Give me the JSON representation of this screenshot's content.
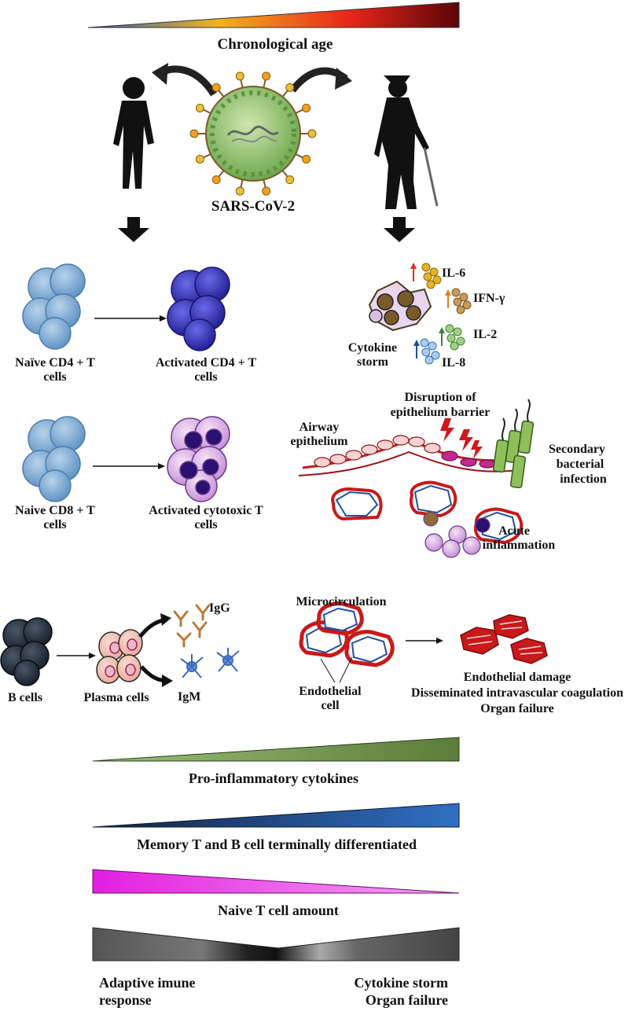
{
  "labels": {
    "chronological_age": "Chronological age",
    "sars_cov_2": "SARS-CoV-2",
    "naive_cd4_line1": "Naïve CD4 + T",
    "naive_cd4_line2": "cells",
    "activated_cd4_line1": "Activated CD4 + T",
    "activated_cd4_line2": "cells",
    "cytokine_storm_line1": "Cytokine",
    "cytokine_storm_line2": "storm",
    "il6": "IL-6",
    "ifn_gamma": "IFN-γ",
    "il2": "IL-2",
    "il8": "IL-8",
    "naive_cd8_line1": "Naive CD8 + T",
    "naive_cd8_line2": "cells",
    "activated_cytotoxic_line1": "Activated cytotoxic T",
    "activated_cytotoxic_line2": "cells",
    "disruption_line1": "Disruption of",
    "disruption_line2": "epithelium barrier",
    "airway_line1": "Airway",
    "airway_line2": "epithelium",
    "secondary_line1": "Secondary",
    "secondary_line2": "bacterial",
    "secondary_line3": "infection",
    "acute_line1": "Acute",
    "acute_line2": "inflammation",
    "b_cells": "B cells",
    "plasma_cells": "Plasma cells",
    "igg": "IgG",
    "igm": "IgM",
    "microcirculation": "Microcirculation",
    "endothelial_cell_line1": "Endothelial",
    "endothelial_cell_line2": "cell",
    "endothelial_damage": "Endothelial damage",
    "dic": "Disseminated intravascular coagulation",
    "organ_failure": "Organ failure",
    "pro_inflammatory": "Pro-inflammatory cytokines",
    "memory_tb": "Memory T and B cell terminally differentiated",
    "naive_t_amount": "Naive  T cell amount",
    "adaptive_line1": "Adaptive imune",
    "adaptive_line2": "response",
    "storm_bottom_line1": "Cytokine storm",
    "storm_bottom_line2": "Organ failure"
  },
  "colors": {
    "pro_inflammatory": "#5a7d3a",
    "memory": "#2a5aa8",
    "naive": "#e21ee0",
    "grey_wedge": "#6b6b6b",
    "naive_cell": "#7aa6cf",
    "activated_cd4": "#3d36b8",
    "b_cell": "#2a3644",
    "blood": "#c8191b",
    "virus": "#8cc26b"
  },
  "icons": [
    "child-silhouette",
    "elderly-silhouette",
    "virus-icon",
    "down-arrow-icon",
    "curved-arrow-icon"
  ]
}
